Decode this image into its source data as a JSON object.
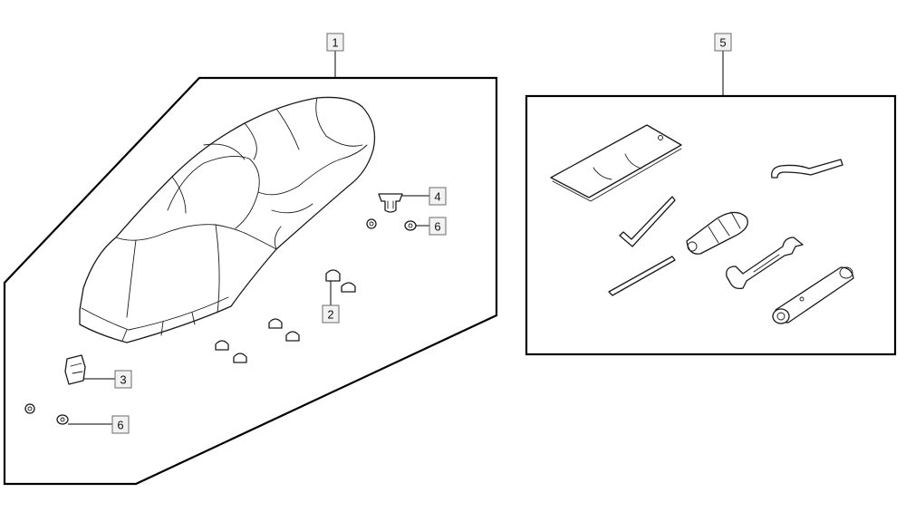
{
  "callouts": {
    "c1": "1",
    "c2": "2",
    "c3": "3",
    "c4": "4",
    "c5": "5",
    "c6a": "6",
    "c6b": "6"
  },
  "colors": {
    "line": "#1a1a1a",
    "frame": "#000000",
    "label_fill": "#f2f2f2",
    "label_stroke": "#6a6a6a"
  }
}
